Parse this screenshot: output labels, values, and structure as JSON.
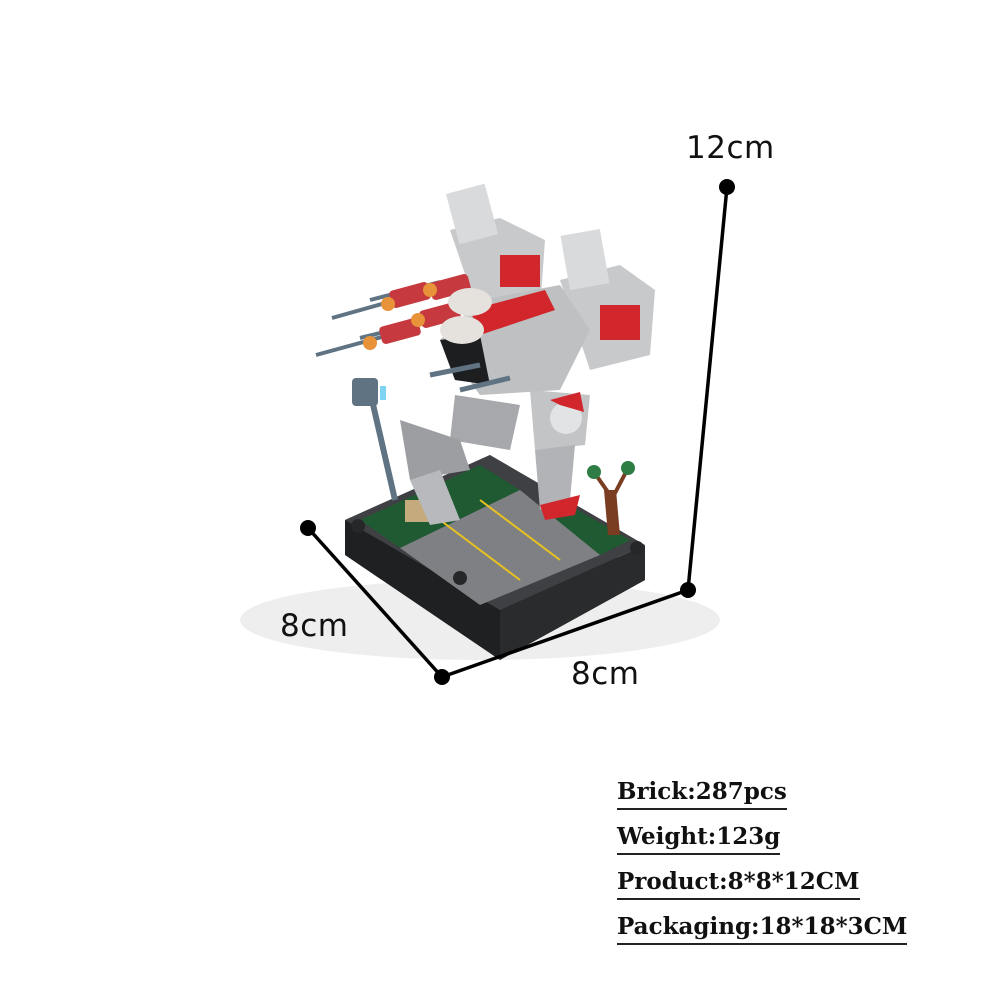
{
  "dimensions": {
    "height_label": "12cm",
    "depth_label": "8cm",
    "width_label": "8cm"
  },
  "product_image": {
    "subject": "brick-built mech walker on road diorama base",
    "colors": {
      "mech_light_gray": "#c8c9cb",
      "mech_red": "#d0262c",
      "base_dark": "#3b3c3e",
      "road_gray": "#7e8083",
      "grass_green": "#1f5a32",
      "road_line_yellow": "#e8c21f",
      "tree_brown": "#7a3d22"
    }
  },
  "specs": [
    {
      "label": "Brick",
      "value": "287pcs",
      "text": "Brick:287pcs"
    },
    {
      "label": "Weight",
      "value": "123g",
      "text": "Weight:123g"
    },
    {
      "label": "Product",
      "value": "8*8*12CM",
      "text": "Product:8*8*12CM"
    },
    {
      "label": "Packaging",
      "value": "18*18*3CM",
      "text": "Packaging:18*18*3CM"
    }
  ]
}
